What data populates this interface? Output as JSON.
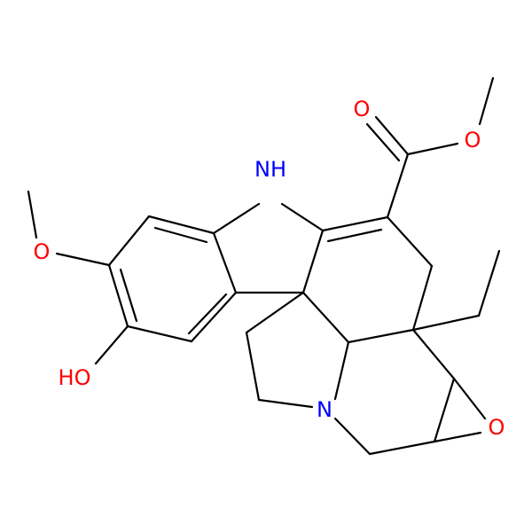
{
  "molecule": {
    "atoms": {
      "nh": {
        "text": "NH",
        "color": "#0000ff"
      },
      "n": {
        "text": "N",
        "color": "#0000ff"
      },
      "o_carbonyl": {
        "text": "O",
        "color": "#ff0000"
      },
      "o_ester": {
        "text": "O",
        "color": "#ff0000"
      },
      "o_methoxy": {
        "text": "O",
        "color": "#ff0000"
      },
      "oh": {
        "text": "HO",
        "color": "#ff0000"
      },
      "o_epoxide": {
        "text": "O",
        "color": "#ff0000"
      }
    },
    "colors": {
      "bond": "#000000",
      "nitrogen": "#0000ff",
      "oxygen": "#ff0000",
      "background": "#ffffff"
    }
  }
}
